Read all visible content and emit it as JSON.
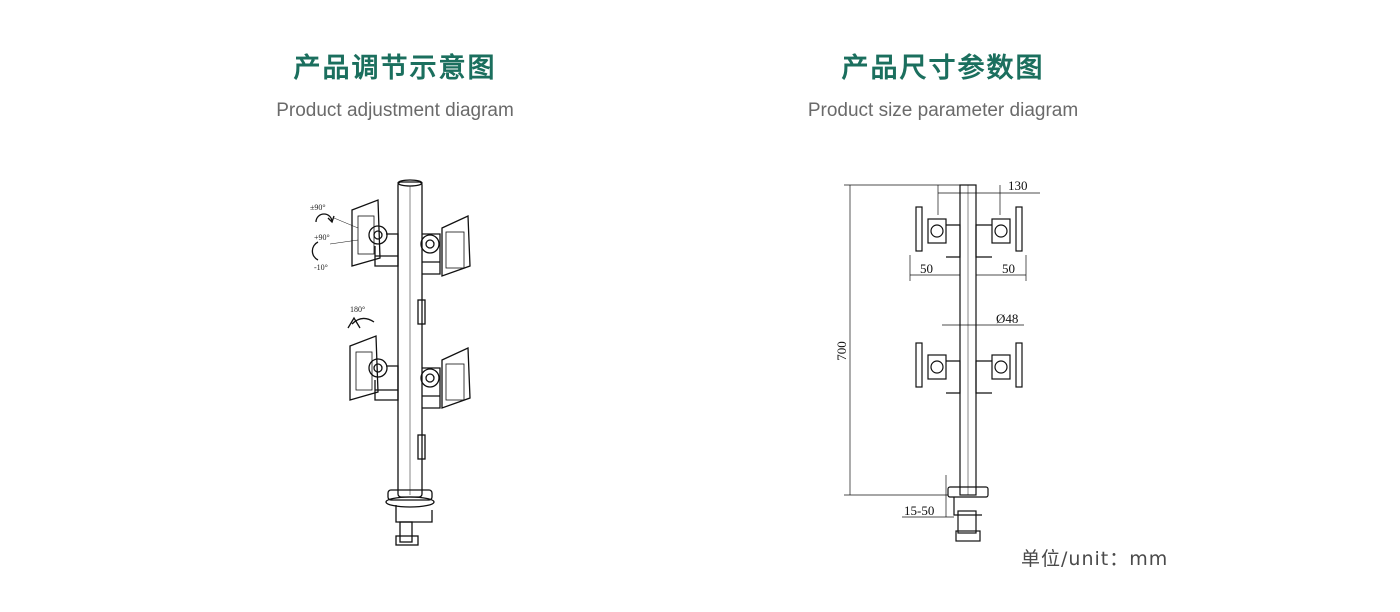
{
  "adjustment": {
    "title": "产品调节示意图",
    "subtitle": "Product adjustment diagram",
    "labels": {
      "tilt": "±90°",
      "swivel_top": "+90°",
      "swivel_bottom": "-10°",
      "rotate": "180°"
    }
  },
  "size": {
    "title": "产品尺寸参数图",
    "subtitle": "Product size parameter diagram",
    "dims": {
      "top_width": "130",
      "left_offset": "50",
      "right_offset": "50",
      "pole_diameter": "Ø48",
      "height": "700",
      "clamp_range": "15-50"
    },
    "unit_note": "单位/unit：mm"
  }
}
